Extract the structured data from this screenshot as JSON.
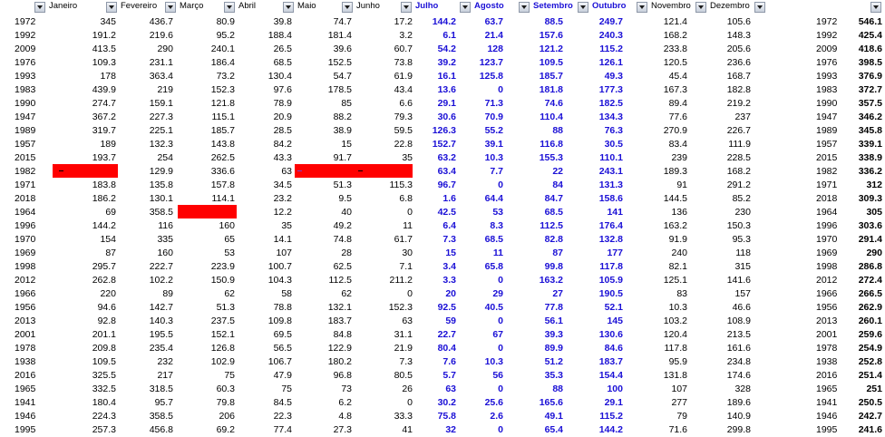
{
  "columns": {
    "jan": "Janeiro",
    "feb": "Fevereiro",
    "mar": "Março",
    "apr": "Abril",
    "may": "Maio",
    "jun": "Junho",
    "jul": "Julho",
    "aug": "Agosto",
    "sep": "Setembro",
    "oct": "Outubro",
    "nov": "Novembro",
    "dec": "Dezembro"
  },
  "colors": {
    "blue_text": "#1a0fd6",
    "highlight_red": "#ff0000"
  },
  "rows": [
    [
      "1972",
      "345",
      "436.7",
      "80.9",
      "39.8",
      "74.7",
      "17.2",
      "144.2",
      "63.7",
      "88.5",
      "249.7",
      "121.4",
      "105.6",
      "1972",
      "546.1"
    ],
    [
      "1992",
      "191.2",
      "219.6",
      "95.2",
      "188.4",
      "181.4",
      "3.2",
      "6.1",
      "21.4",
      "157.6",
      "240.3",
      "168.2",
      "148.3",
      "1992",
      "425.4"
    ],
    [
      "2009",
      "413.5",
      "290",
      "240.1",
      "26.5",
      "39.6",
      "60.7",
      "54.2",
      "128",
      "121.2",
      "115.2",
      "233.8",
      "205.6",
      "2009",
      "418.6"
    ],
    [
      "1976",
      "109.3",
      "231.1",
      "186.4",
      "68.5",
      "152.5",
      "73.8",
      "39.2",
      "123.7",
      "109.5",
      "126.1",
      "120.5",
      "236.6",
      "1976",
      "398.5"
    ],
    [
      "1993",
      "178",
      "363.4",
      "73.2",
      "130.4",
      "54.7",
      "61.9",
      "16.1",
      "125.8",
      "185.7",
      "49.3",
      "45.4",
      "168.7",
      "1993",
      "376.9"
    ],
    [
      "1983",
      "439.9",
      "219",
      "152.3",
      "97.6",
      "178.5",
      "43.4",
      "13.6",
      "0",
      "181.8",
      "177.3",
      "167.3",
      "182.8",
      "1983",
      "372.7"
    ],
    [
      "1990",
      "274.7",
      "159.1",
      "121.8",
      "78.9",
      "85",
      "6.6",
      "29.1",
      "71.3",
      "74.6",
      "182.5",
      "89.4",
      "219.2",
      "1990",
      "357.5"
    ],
    [
      "1947",
      "367.2",
      "227.3",
      "115.1",
      "20.9",
      "88.2",
      "79.3",
      "30.6",
      "70.9",
      "110.4",
      "134.3",
      "77.6",
      "237",
      "1947",
      "346.2"
    ],
    [
      "1989",
      "319.7",
      "225.1",
      "185.7",
      "28.5",
      "38.9",
      "59.5",
      "126.3",
      "55.2",
      "88",
      "76.3",
      "270.9",
      "226.7",
      "1989",
      "345.8"
    ],
    [
      "1957",
      "189",
      "132.3",
      "143.8",
      "84.2",
      "15",
      "22.8",
      "152.7",
      "39.1",
      "116.8",
      "30.5",
      "83.4",
      "111.9",
      "1957",
      "339.1"
    ],
    [
      "2015",
      "193.7",
      "254",
      "262.5",
      "43.3",
      "91.7",
      "35",
      "63.2",
      "10.3",
      "155.3",
      "110.1",
      "239",
      "228.5",
      "2015",
      "338.9"
    ],
    [
      "1982",
      "",
      "129.9",
      "336.6",
      "63",
      "",
      "",
      "63.4",
      "7.7",
      "22",
      "243.1",
      "189.3",
      "168.2",
      "1982",
      "336.2"
    ],
    [
      "1971",
      "183.8",
      "135.8",
      "157.8",
      "34.5",
      "51.3",
      "115.3",
      "96.7",
      "0",
      "84",
      "131.3",
      "91",
      "291.2",
      "1971",
      "312"
    ],
    [
      "2018",
      "186.2",
      "130.1",
      "114.1",
      "23.2",
      "9.5",
      "6.8",
      "1.6",
      "64.4",
      "84.7",
      "158.6",
      "144.5",
      "85.2",
      "2018",
      "309.3"
    ],
    [
      "1964",
      "69",
      "358.5",
      "",
      "12.2",
      "40",
      "0",
      "42.5",
      "53",
      "68.5",
      "141",
      "136",
      "230",
      "1964",
      "305"
    ],
    [
      "1996",
      "144.2",
      "116",
      "160",
      "35",
      "49.2",
      "11",
      "6.4",
      "8.3",
      "112.5",
      "176.4",
      "163.2",
      "150.3",
      "1996",
      "303.6"
    ],
    [
      "1970",
      "154",
      "335",
      "65",
      "14.1",
      "74.8",
      "61.7",
      "7.3",
      "68.5",
      "82.8",
      "132.8",
      "91.9",
      "95.3",
      "1970",
      "291.4"
    ],
    [
      "1969",
      "87",
      "160",
      "53",
      "107",
      "28",
      "30",
      "15",
      "11",
      "87",
      "177",
      "240",
      "118",
      "1969",
      "290"
    ],
    [
      "1998",
      "295.7",
      "222.7",
      "223.9",
      "100.7",
      "62.5",
      "7.1",
      "3.4",
      "65.8",
      "99.8",
      "117.8",
      "82.1",
      "315",
      "1998",
      "286.8"
    ],
    [
      "2012",
      "262.8",
      "102.2",
      "150.9",
      "104.3",
      "112.5",
      "211.2",
      "3.3",
      "0",
      "163.2",
      "105.9",
      "125.1",
      "141.6",
      "2012",
      "272.4"
    ],
    [
      "1966",
      "220",
      "89",
      "62",
      "58",
      "62",
      "0",
      "20",
      "29",
      "27",
      "190.5",
      "83",
      "157",
      "1966",
      "266.5"
    ],
    [
      "1956",
      "94.6",
      "142.7",
      "51.3",
      "78.8",
      "132.1",
      "152.3",
      "92.5",
      "40.5",
      "77.8",
      "52.1",
      "10.3",
      "46.6",
      "1956",
      "262.9"
    ],
    [
      "2013",
      "92.8",
      "140.3",
      "237.5",
      "109.8",
      "183.7",
      "63",
      "59",
      "0",
      "56.1",
      "145",
      "103.2",
      "108.9",
      "2013",
      "260.1"
    ],
    [
      "2001",
      "201.1",
      "195.5",
      "152.1",
      "69.5",
      "84.8",
      "31.1",
      "22.7",
      "67",
      "39.3",
      "130.6",
      "120.4",
      "213.5",
      "2001",
      "259.6"
    ],
    [
      "1978",
      "209.8",
      "235.4",
      "126.8",
      "56.5",
      "122.9",
      "21.9",
      "80.4",
      "0",
      "89.9",
      "84.6",
      "117.8",
      "161.6",
      "1978",
      "254.9"
    ],
    [
      "1938",
      "109.5",
      "232",
      "102.9",
      "106.7",
      "180.2",
      "7.3",
      "7.6",
      "10.3",
      "51.2",
      "183.7",
      "95.9",
      "234.8",
      "1938",
      "252.8"
    ],
    [
      "2016",
      "325.5",
      "217",
      "75",
      "47.9",
      "96.8",
      "80.5",
      "5.7",
      "56",
      "35.3",
      "154.4",
      "131.8",
      "174.6",
      "2016",
      "251.4"
    ],
    [
      "1965",
      "332.5",
      "318.5",
      "60.3",
      "75",
      "73",
      "26",
      "63",
      "0",
      "88",
      "100",
      "107",
      "328",
      "1965",
      "251"
    ],
    [
      "1941",
      "180.4",
      "95.7",
      "79.8",
      "84.5",
      "6.2",
      "0",
      "30.2",
      "25.6",
      "165.6",
      "29.1",
      "277",
      "189.6",
      "1941",
      "250.5"
    ],
    [
      "1946",
      "224.3",
      "358.5",
      "206",
      "22.3",
      "4.8",
      "33.3",
      "75.8",
      "2.6",
      "49.1",
      "115.2",
      "79",
      "140.9",
      "1946",
      "242.7"
    ],
    [
      "1995",
      "257.3",
      "456.8",
      "69.2",
      "77.4",
      "27.3",
      "41",
      "32",
      "0",
      "65.4",
      "144.2",
      "71.6",
      "299.8",
      "1995",
      "241.6"
    ]
  ]
}
